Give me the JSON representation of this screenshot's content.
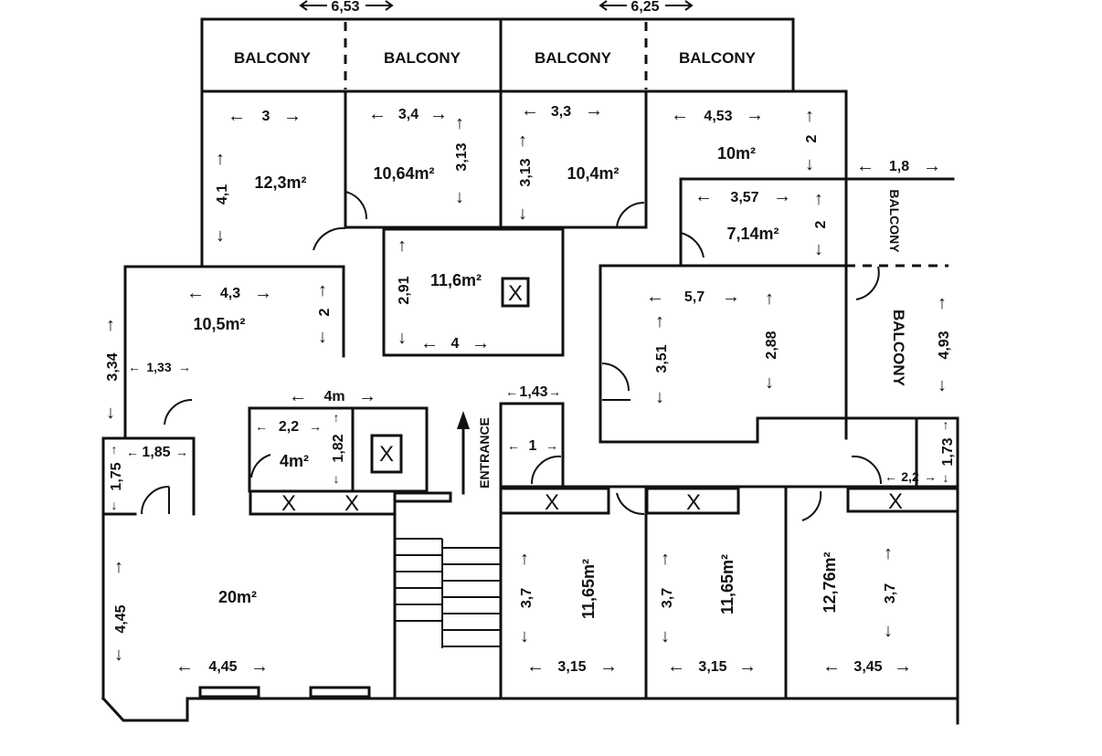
{
  "top_dimensions": [
    "6,53",
    "6,25"
  ],
  "balconies": [
    "BALCONY",
    "BALCONY",
    "BALCONY",
    "BALCONY",
    "BALCONY",
    "BALCONY"
  ],
  "entrance": "ENTRANCE",
  "rooms": {
    "r1": {
      "area": "12,3m²",
      "w": "3",
      "h": "4,1"
    },
    "r2": {
      "area": "10,64m²",
      "w": "3,4",
      "h": "3,13"
    },
    "r3": {
      "area": "10,4m²",
      "w": "3,3",
      "h": "3,13"
    },
    "r4": {
      "area": "10m²",
      "w": "4,53",
      "h": "2",
      "side": "1,8"
    },
    "r5": {
      "area": "7,14m²",
      "w": "3,57",
      "h": "2"
    },
    "r6": {
      "area": "11,6m²",
      "w": "4",
      "h": "2,91",
      "mark": "X"
    },
    "r7": {
      "area": "10,5m²",
      "w": "4,3",
      "h": "2"
    },
    "r8": {
      "w": "5,7",
      "h1": "3,51",
      "h2": "2,88"
    },
    "r9": {
      "h": "4,93"
    },
    "r10": {
      "area": "4m²",
      "w_outer": "4m",
      "w": "2,2",
      "h": "1,82",
      "mark": "X"
    },
    "r11": {
      "w": "1,43",
      "inner": "1"
    },
    "r12": {
      "h": "1,73",
      "w": "2,2"
    },
    "r13": {
      "w": "1,85",
      "h": "1,75"
    },
    "r14": {
      "area": "20m²",
      "w": "4,45",
      "h": "4,45"
    },
    "r15": {
      "area": "11,65m²",
      "w": "3,15",
      "h": "3,7"
    },
    "r16": {
      "area": "11,65m²",
      "w": "3,15",
      "h": "3,7"
    },
    "r17": {
      "area": "12,76m²",
      "w": "3,45",
      "h": "3,7"
    },
    "left": {
      "h": "3,34",
      "w": "1,33"
    }
  },
  "vent_mark": "X"
}
